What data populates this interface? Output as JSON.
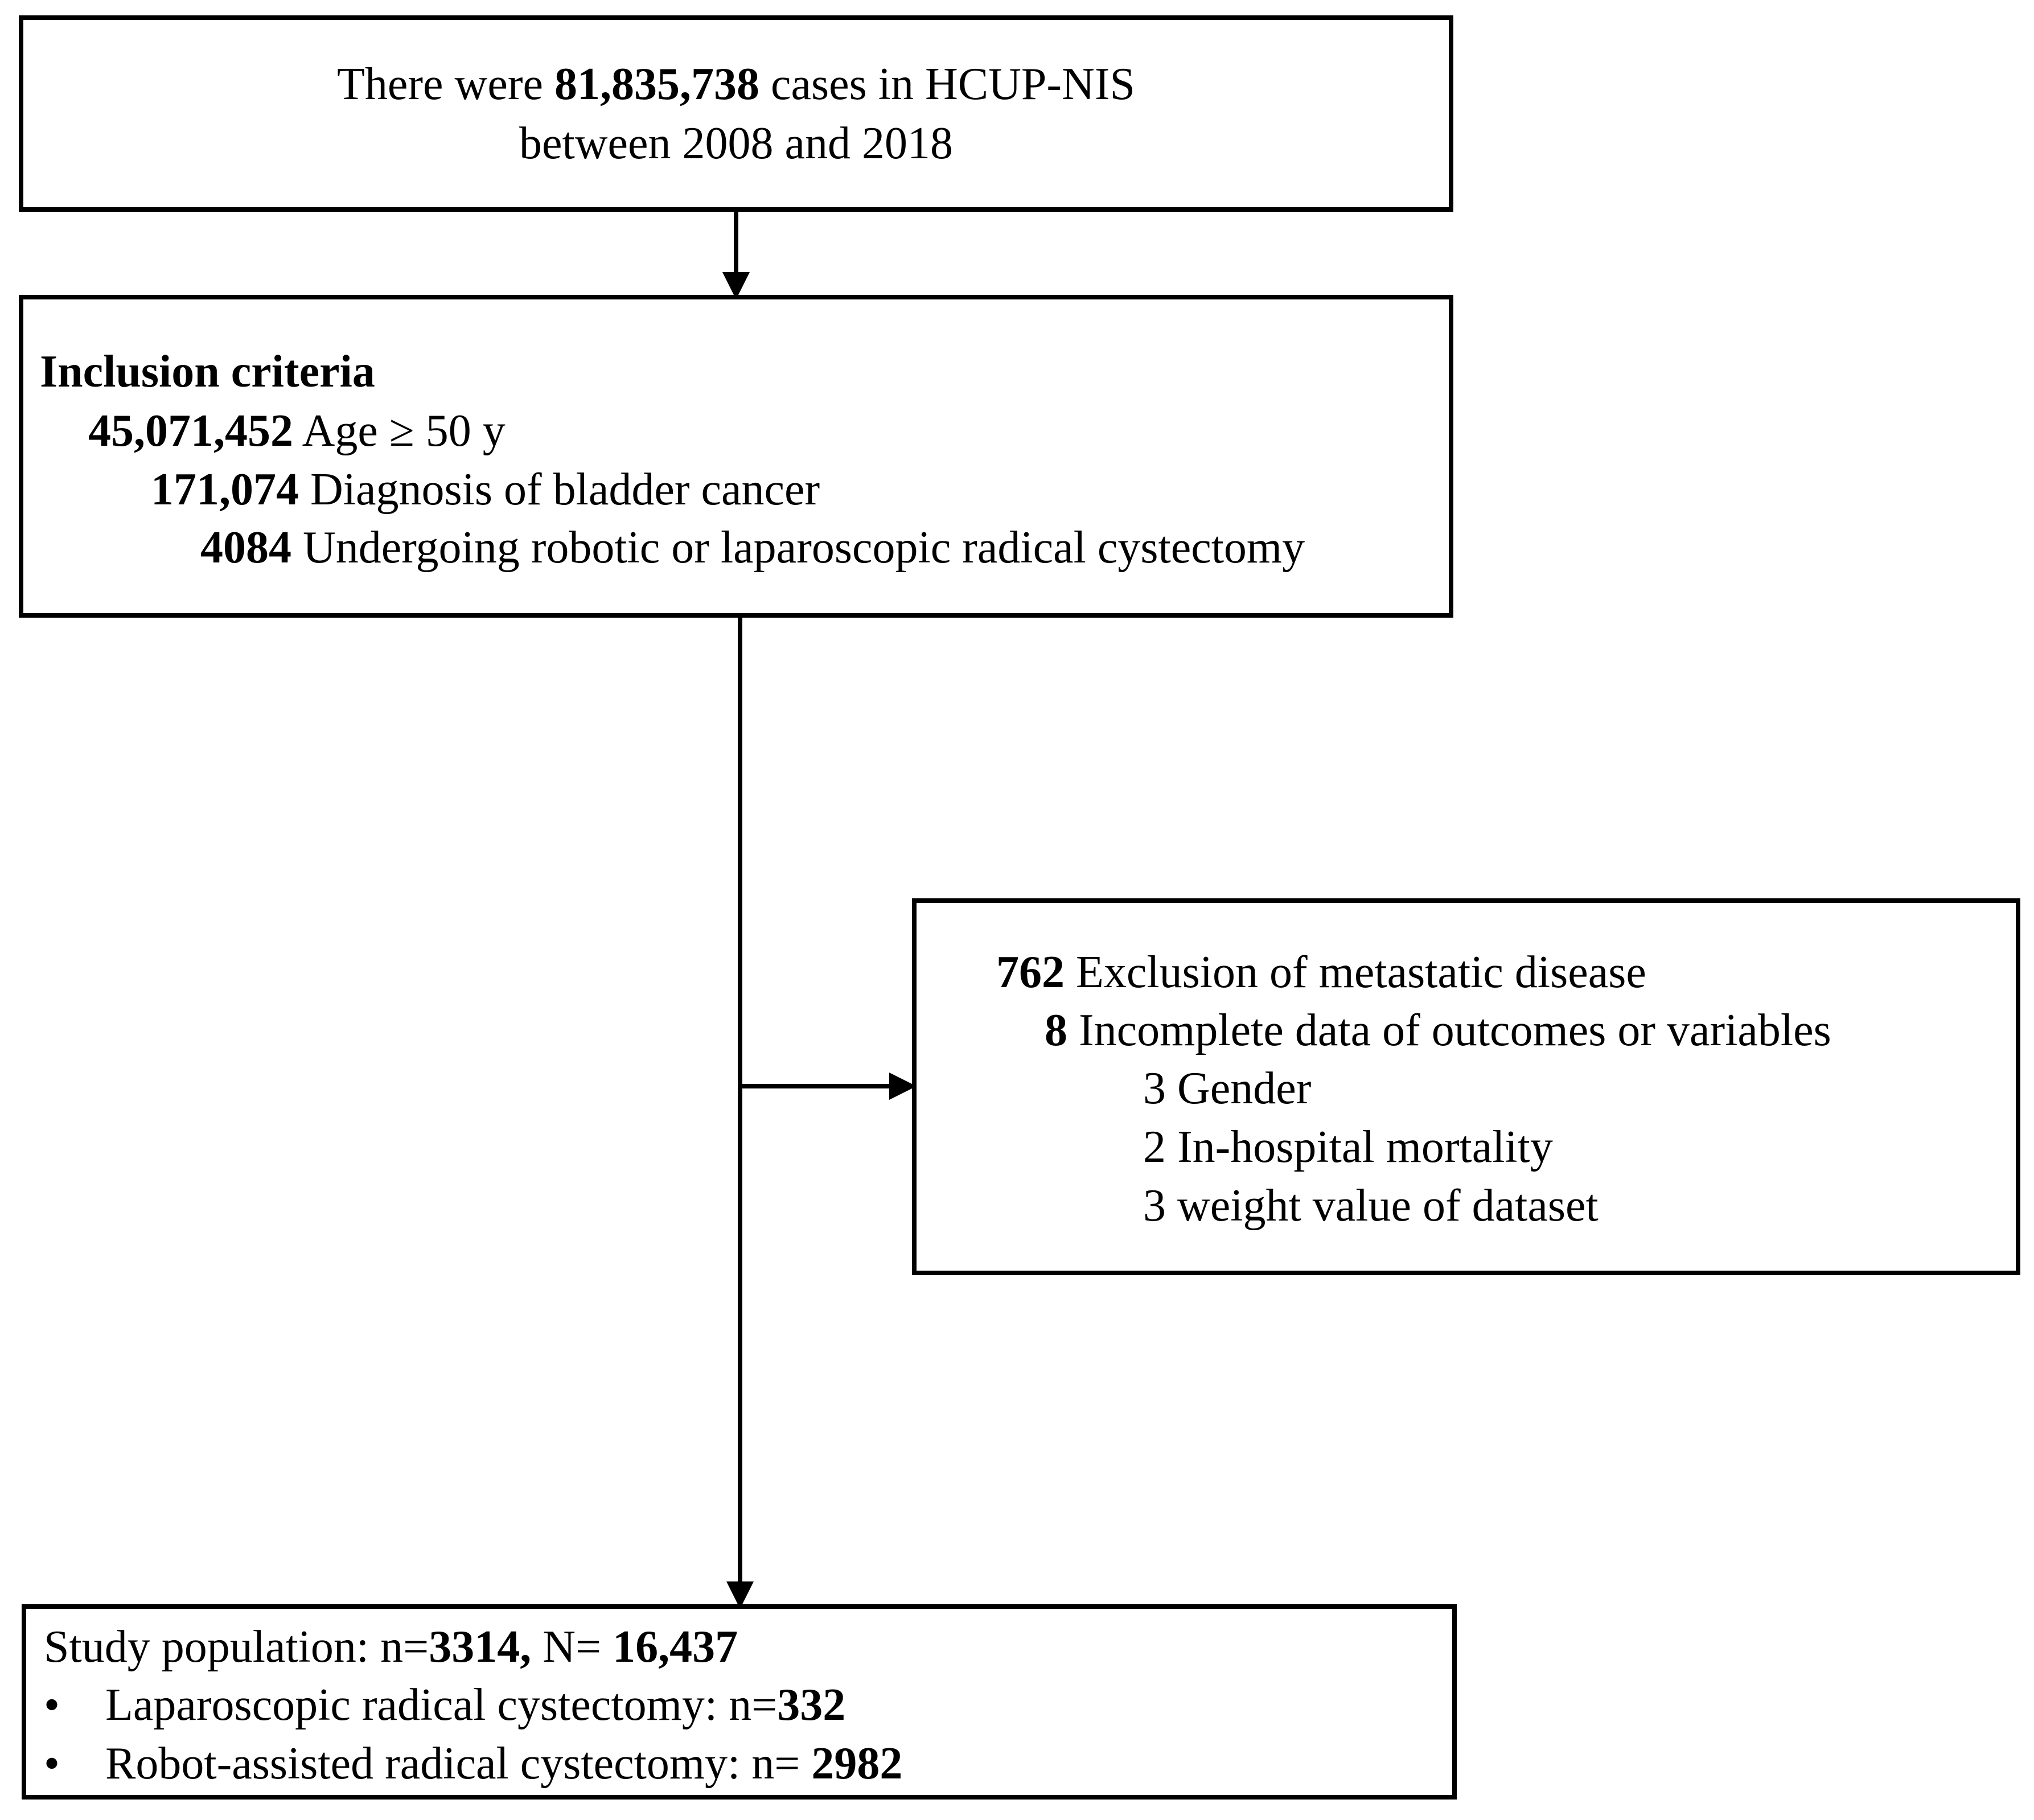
{
  "flowchart": {
    "source_box": {
      "line1": {
        "pre": "There were ",
        "count": "81,835,738",
        "post": " cases in HCUP-NIS"
      },
      "line2": "between 2008 and 2018"
    },
    "inclusion_box": {
      "heading": "Inclusion criteria",
      "items": [
        {
          "count": "45,071,452",
          "label": " Age  ≥ 50 y"
        },
        {
          "count": "171,074",
          "label": " Diagnosis of bladder  cancer"
        },
        {
          "count": "4084",
          "label": " Undergoing robotic or laparoscopic radical cystectomy"
        }
      ]
    },
    "exclusion_box": {
      "items": [
        {
          "count": "762",
          "label": " Exclusion of metastatic disease"
        },
        {
          "count": "8",
          "label": " Incomplete data of outcomes or variables"
        }
      ],
      "subitems": [
        "3 Gender",
        "2 In-hospital mortality",
        "3 weight value of dataset"
      ]
    },
    "study_box": {
      "title": {
        "pre": "Study population: n=",
        "n": "3314,",
        "mid": " N= ",
        "N": "16,437"
      },
      "bullets": [
        {
          "label": "Laparoscopic radical cystectomy: n=",
          "count": "332"
        },
        {
          "label": "Robot-assisted radical cystectomy: n= ",
          "count": "2982"
        }
      ],
      "bullet_symbol": "•"
    }
  },
  "colors": {
    "stroke": "#000000",
    "background": "#ffffff"
  }
}
